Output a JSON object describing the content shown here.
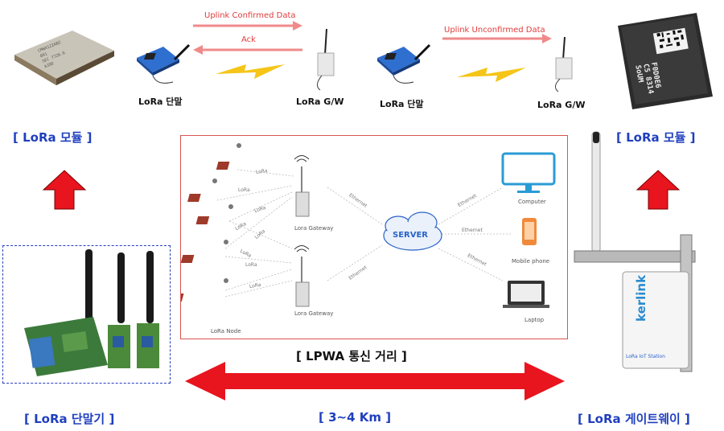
{
  "top": {
    "uplink_confirmed": "Uplink Confirmed Data",
    "ack": "Ack",
    "uplink_unconfirmed": "Uplink Unconfirmed Data",
    "terminal_label_1": "LoRa 단말",
    "gateway_label_1": "LoRa G/W",
    "terminal_label_2": "LoRa 단말",
    "gateway_label_2": "LoRa G/W"
  },
  "titles": {
    "module_left": "[ LoRa 모듈 ]",
    "module_right": "[ LoRa 모듈 ]",
    "terminal": "[ LoRa 단말기 ]",
    "gateway": "[ LoRa 게이트웨이 ]",
    "distance_label": "[ LPWA 통신 거리 ]",
    "distance_value": "[ 3~4 Km ]"
  },
  "chips": {
    "left_chip_text": [
      "CMWX1ZZABZ",
      "091",
      "SEC 7726.6",
      "AJDD"
    ],
    "right_chip_text": [
      "F0D0E6",
      "C5 8314",
      "SoUM"
    ]
  },
  "network": {
    "lora_tags": [
      "LoRa",
      "LoRa",
      "LoRa",
      "LoRa",
      "LoRa",
      "LoRa",
      "LoRa",
      "LoRa"
    ],
    "gateway_top": "Lora Gateway",
    "gateway_bottom": "Lora Gateway",
    "node_label": "LoRa Node",
    "server": "SERVER",
    "ethernet_tags": [
      "Ethernet",
      "Ethernet",
      "Ethernet",
      "Ethernet",
      "Ethernet"
    ],
    "computer": "Computer",
    "mobile": "Mobile phone",
    "laptop": "Laptop"
  },
  "gateway_device": {
    "brand": "kerlink",
    "model": "LoRa IoT Station"
  },
  "colors": {
    "blue_title": "#1f3fbf",
    "red_arrow": "#e8141e",
    "pink_arrow": "#f08a8a",
    "lightning": "#f5c518",
    "frame_red": "#d9534f",
    "dashed_blue": "#2b3fbf"
  }
}
